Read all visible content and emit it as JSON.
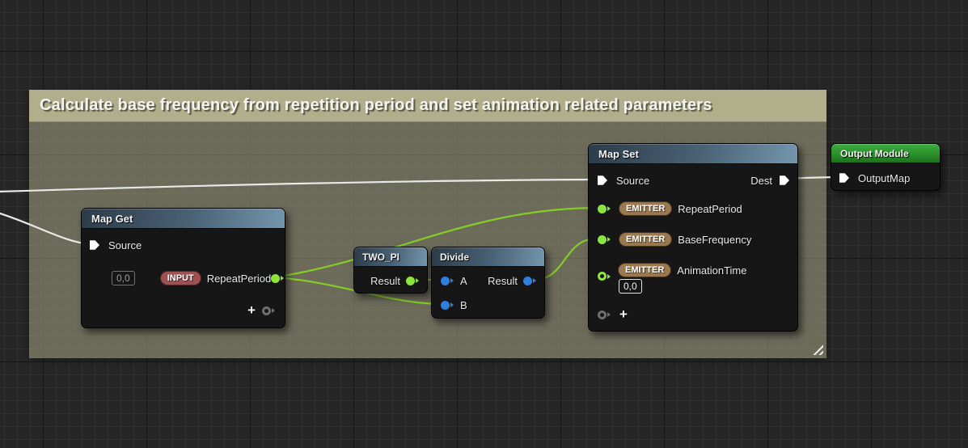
{
  "comment": {
    "title": "Calculate base frequency from repetition period and set animation related parameters"
  },
  "nodes": {
    "map_get": {
      "title": "Map Get",
      "source_label": "Source",
      "default_value": "0,0",
      "badge": "INPUT",
      "param_label": "RepeatPeriod",
      "add_label": "+"
    },
    "two_pi": {
      "title": "TWO_PI",
      "result_label": "Result"
    },
    "divide": {
      "title": "Divide",
      "a_label": "A",
      "b_label": "B",
      "result_label": "Result"
    },
    "map_set": {
      "title": "Map Set",
      "source_label": "Source",
      "dest_label": "Dest",
      "params": [
        {
          "badge": "EMITTER",
          "label": "RepeatPeriod"
        },
        {
          "badge": "EMITTER",
          "label": "BaseFrequency"
        },
        {
          "badge": "EMITTER",
          "label": "AnimationTime",
          "default_value": "0,0"
        }
      ],
      "add_label": "+"
    },
    "output_module": {
      "title": "Output Module",
      "pin_label": "OutputMap"
    }
  },
  "colors": {
    "background": "#262626",
    "comment_header": "#b1ae8c",
    "comment_body": "rgba(177,174,140,0.50)",
    "node_header_blue": "#4a6377",
    "node_header_green": "#2a8f2a",
    "wire_green": "#83cd27",
    "wire_white": "#e9e9e9",
    "pin_green": "#8ce53c",
    "pin_blue": "#2e7fe0",
    "input_badge": "#9c5252",
    "emitter_badge": "#9b7950"
  }
}
